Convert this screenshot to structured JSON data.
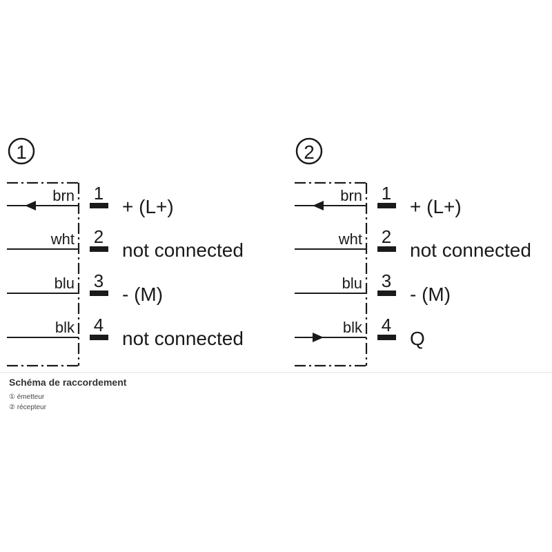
{
  "diagrams": [
    {
      "badge": "1",
      "pins": [
        {
          "wire": "brn",
          "num": "1",
          "label": "+ (L+)",
          "arrow": "in"
        },
        {
          "wire": "wht",
          "num": "2",
          "label": "not connected",
          "arrow": "none"
        },
        {
          "wire": "blu",
          "num": "3",
          "label": "- (M)",
          "arrow": "none"
        },
        {
          "wire": "blk",
          "num": "4",
          "label": "not connected",
          "arrow": "none"
        }
      ]
    },
    {
      "badge": "2",
      "pins": [
        {
          "wire": "brn",
          "num": "1",
          "label": "+ (L+)",
          "arrow": "in"
        },
        {
          "wire": "wht",
          "num": "2",
          "label": "not connected",
          "arrow": "none"
        },
        {
          "wire": "blu",
          "num": "3",
          "label": "- (M)",
          "arrow": "none"
        },
        {
          "wire": "blk",
          "num": "4",
          "label": "Q",
          "arrow": "out"
        }
      ]
    }
  ],
  "caption": {
    "title": "Schéma de raccordement",
    "items": [
      "① émetteur",
      "② récepteur"
    ]
  },
  "colors": {
    "ink": "#1a1a1a",
    "caption_title": "#333333",
    "caption_text": "#444444",
    "divider": "#e2e2e2"
  }
}
